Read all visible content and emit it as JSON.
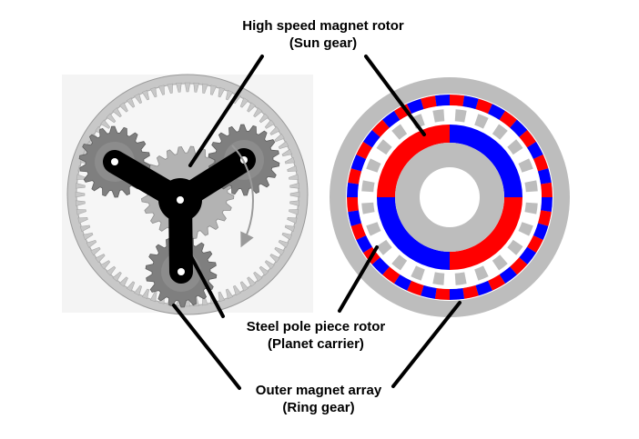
{
  "labels": {
    "sun": {
      "line1": "High speed magnet rotor",
      "line2": "(Sun gear)"
    },
    "pole": {
      "line1": "Steel pole piece rotor",
      "line2": "(Planet carrier)"
    },
    "ring": {
      "line1": "Outer magnet array",
      "line2": "(Ring gear)"
    }
  },
  "colors": {
    "magnet_red": "#ff0000",
    "magnet_blue": "#0000ff",
    "steel_grey": "#bdbdbd",
    "gear_dark": "#7f7f7f",
    "gear_light": "#b3b3b3",
    "carrier": "#000000"
  },
  "magnetic_gear": {
    "inner_rotor_pole_pairs": 2,
    "outer_ring_magnet_segments": 44,
    "steel_pole_pieces": 24
  },
  "planetary_gear": {
    "planet_count": 3,
    "rotation_arrow_icon": "curved-arrow-icon"
  }
}
